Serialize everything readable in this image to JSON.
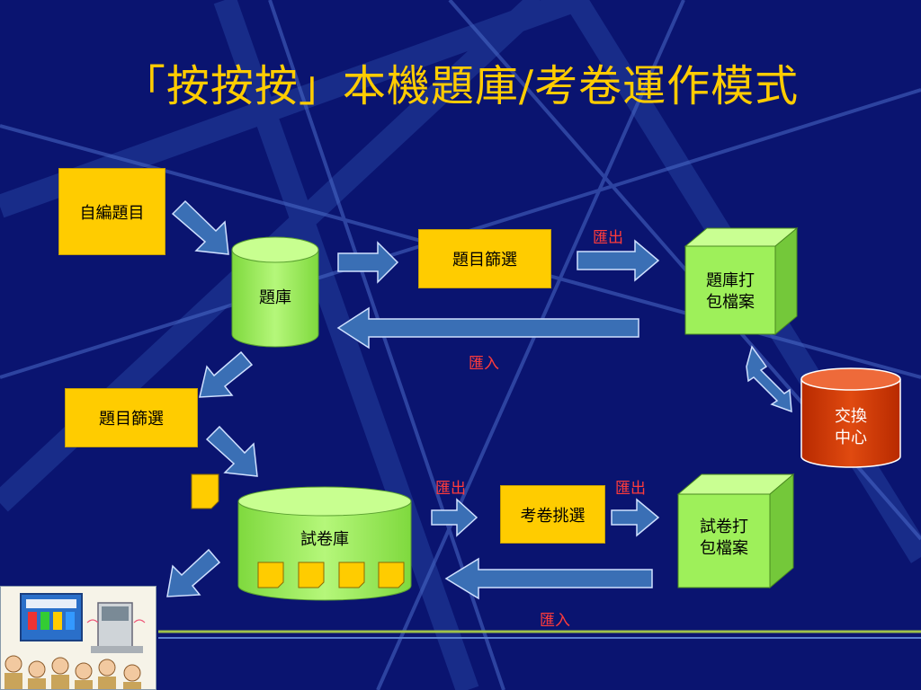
{
  "slide": {
    "title": "「按按按」本機題庫/考卷運作模式"
  },
  "nodes": {
    "self_edit": "自編題目",
    "bank": "題庫",
    "filter_top": "題目篩選",
    "bank_pack_line1": "題庫打",
    "bank_pack_line2": "包檔案",
    "exchange_line1": "交換",
    "exchange_line2": "中心",
    "filter_left": "題目篩選",
    "paper_bank": "試卷庫",
    "paper_select": "考卷挑選",
    "paper_pack_line1": "試卷打",
    "paper_pack_line2": "包檔案"
  },
  "edge_labels": {
    "export_top": "匯出",
    "import_top": "匯入",
    "export_paper_left": "匯出",
    "export_paper_right": "匯出",
    "import_bottom": "匯入"
  },
  "colors": {
    "background": "#0a1470",
    "title": "#ffcc00",
    "box_fill": "#ffcc00",
    "cylinder_fill": "#99ee55",
    "cube_fill": "#99ee55",
    "exchange_fill": "#cc3300",
    "arrow_fill": "#3a6fb5",
    "edge_label": "#ff3b3b"
  }
}
